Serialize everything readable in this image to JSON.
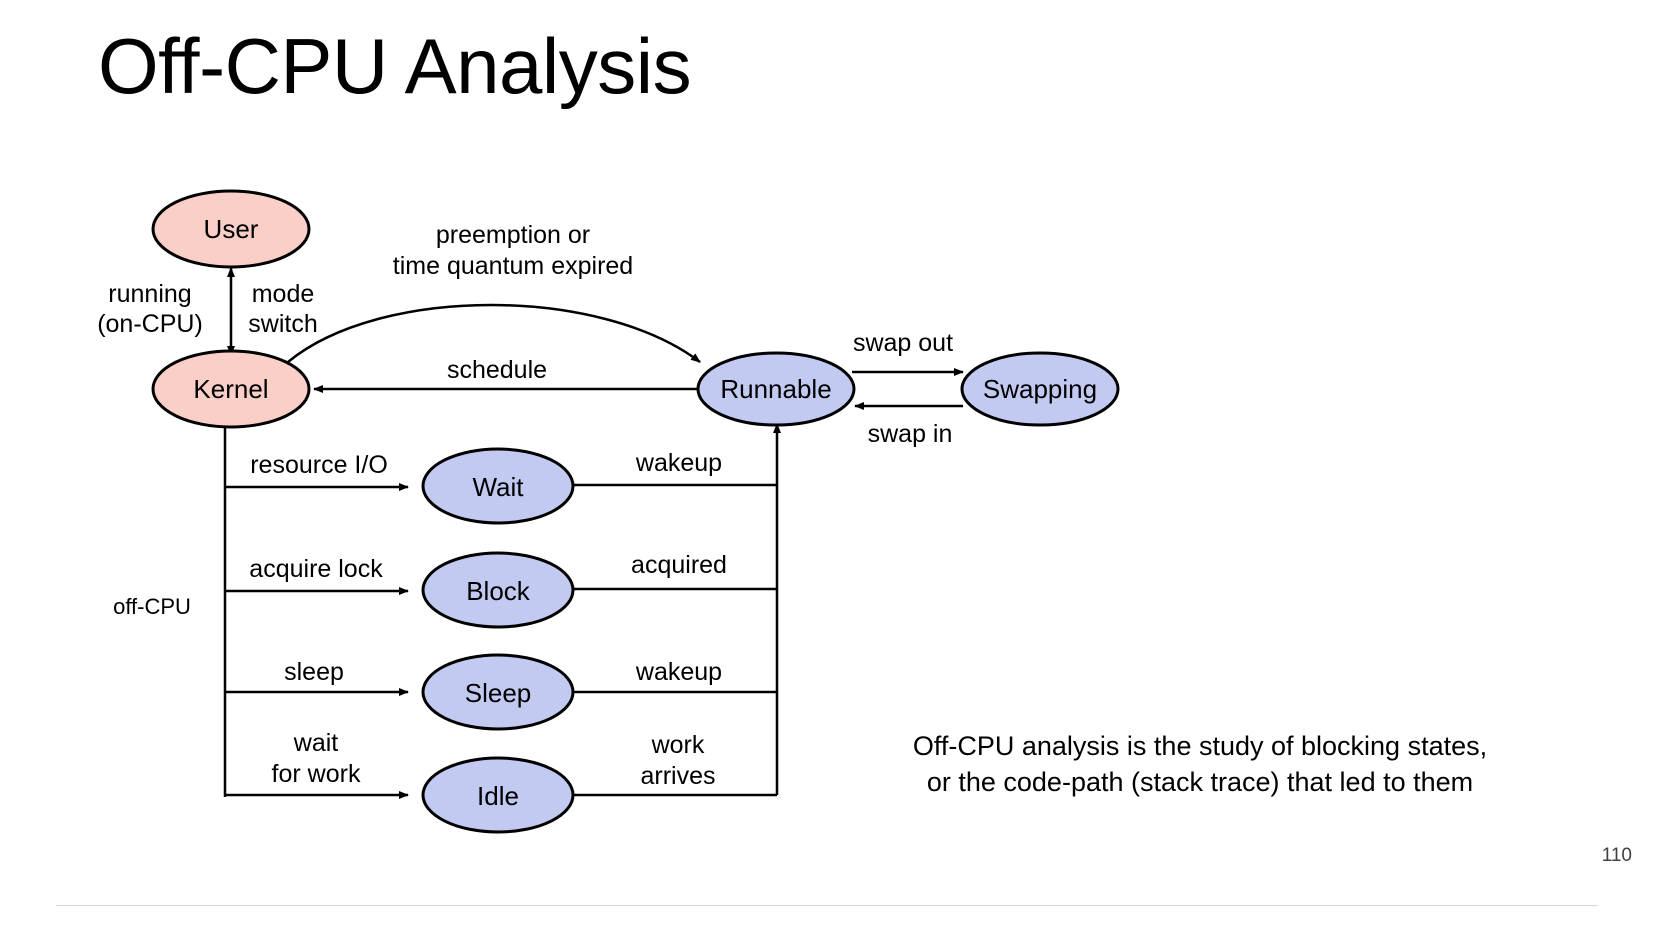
{
  "slide": {
    "title": "Off-CPU Analysis",
    "page_number": "110"
  },
  "diagram": {
    "nodes": [
      {
        "id": "user",
        "label": "User",
        "color": "#f9cfc8"
      },
      {
        "id": "kernel",
        "label": "Kernel",
        "color": "#f9cfc8"
      },
      {
        "id": "runnable",
        "label": "Runnable",
        "color": "#c3caf2"
      },
      {
        "id": "swapping",
        "label": "Swapping",
        "color": "#c3caf2"
      },
      {
        "id": "wait",
        "label": "Wait",
        "color": "#c3caf2"
      },
      {
        "id": "block",
        "label": "Block",
        "color": "#c3caf2"
      },
      {
        "id": "sleep",
        "label": "Sleep",
        "color": "#c3caf2"
      },
      {
        "id": "idle",
        "label": "Idle",
        "color": "#c3caf2"
      }
    ],
    "group_labels": {
      "running_line1": "running",
      "running_line2": "(on-CPU)",
      "off_cpu": "off-CPU"
    },
    "edge_labels": {
      "mode_switch_line1": "mode",
      "mode_switch_line2": "switch",
      "preemption_line1": "preemption or",
      "preemption_line2": "time quantum expired",
      "schedule": "schedule",
      "swap_out": "swap out",
      "swap_in": "swap in",
      "resource_io": "resource I/O",
      "wakeup_wait": "wakeup",
      "acquire_lock": "acquire lock",
      "acquired": "acquired",
      "sleep": "sleep",
      "wakeup_sleep": "wakeup",
      "wait_for_work_line1": "wait",
      "wait_for_work_line2": "for work",
      "work_arrives_line1": "work",
      "work_arrives_line2": "arrives"
    }
  },
  "caption": {
    "line1": "Off-CPU analysis is the study of blocking states,",
    "line2": "or the code-path (stack trace) that led to them"
  }
}
